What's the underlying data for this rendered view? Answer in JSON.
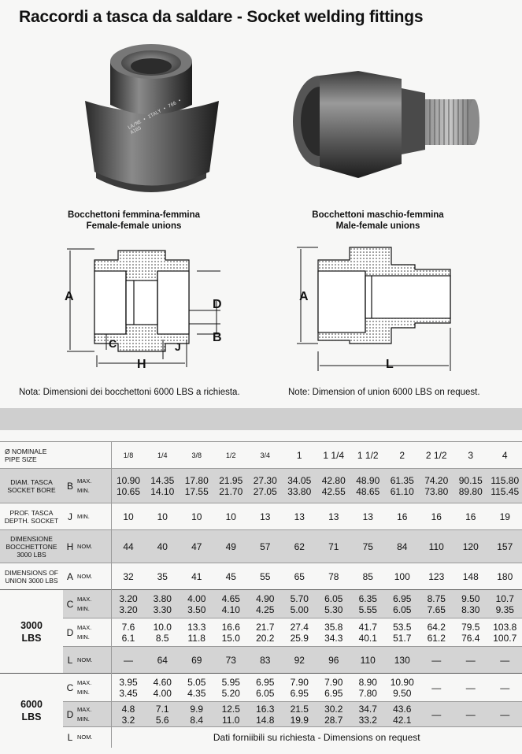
{
  "title": "Raccordi a tasca da saldare - Socket welding fittings",
  "photo_left_marking": "LA/NE • ITALY • 766 • A105",
  "captions": {
    "left_it": "Bocchettoni femmina-femmina",
    "left_en": "Female-female unions",
    "right_it": "Bocchettoni maschio-femmina",
    "right_en": "Male-female unions"
  },
  "diagram_labels": {
    "a": "A",
    "b": "B",
    "c": "C",
    "d": "D",
    "h": "H",
    "j": "J",
    "l": "L"
  },
  "notes": {
    "it": "Nota:  Dimensioni dei bocchettoni 6000 LBS a richiesta.",
    "en": "Note:  Dimension of union 6000 LBS on request."
  },
  "table": {
    "size_label": [
      "Ø NOMINALE",
      "PIPE SIZE"
    ],
    "sizes": [
      "1/8",
      "1/4",
      "3/8",
      "1/2",
      "3/4",
      "1",
      "1 1/4",
      "1 1/2",
      "2",
      "2 1/2",
      "3",
      "4"
    ],
    "rows": [
      {
        "label": [
          "DIAM. TASCA",
          "SOCKET BORE"
        ],
        "sym": "B",
        "kinds": [
          "MAX.",
          "MIN."
        ],
        "shade": true,
        "values": [
          [
            "10.90",
            "10.65"
          ],
          [
            "14.35",
            "14.10"
          ],
          [
            "17.80",
            "17.55"
          ],
          [
            "21.95",
            "21.70"
          ],
          [
            "27.30",
            "27.05"
          ],
          [
            "34.05",
            "33.80"
          ],
          [
            "42.80",
            "42.55"
          ],
          [
            "48.90",
            "48.65"
          ],
          [
            "61.35",
            "61.10"
          ],
          [
            "74.20",
            "73.80"
          ],
          [
            "90.15",
            "89.80"
          ],
          [
            "115.80",
            "115.45"
          ]
        ]
      },
      {
        "label": [
          "PROF. TASCA",
          "DEPTH. SOCKET"
        ],
        "sym": "J",
        "kinds": [
          "MIN."
        ],
        "shade": false,
        "values": [
          [
            "10"
          ],
          [
            "10"
          ],
          [
            "10"
          ],
          [
            "10"
          ],
          [
            "13"
          ],
          [
            "13"
          ],
          [
            "13"
          ],
          [
            "13"
          ],
          [
            "16"
          ],
          [
            "16"
          ],
          [
            "16"
          ],
          [
            "19"
          ]
        ]
      },
      {
        "label": [
          "DIMENSIONE",
          "BOCCHETTONE",
          "3000 LBS"
        ],
        "sym": "H",
        "kinds": [
          "NOM."
        ],
        "shade": true,
        "values": [
          [
            "44"
          ],
          [
            "40"
          ],
          [
            "47"
          ],
          [
            "49"
          ],
          [
            "57"
          ],
          [
            "62"
          ],
          [
            "71"
          ],
          [
            "75"
          ],
          [
            "84"
          ],
          [
            "110"
          ],
          [
            "120"
          ],
          [
            "157"
          ]
        ]
      },
      {
        "label": [
          "DIMENSIONS OF",
          "UNION 3000 LBS"
        ],
        "sym": "A",
        "kinds": [
          "NOM."
        ],
        "shade": false,
        "values": [
          [
            "32"
          ],
          [
            "35"
          ],
          [
            "41"
          ],
          [
            "45"
          ],
          [
            "55"
          ],
          [
            "65"
          ],
          [
            "78"
          ],
          [
            "85"
          ],
          [
            "100"
          ],
          [
            "123"
          ],
          [
            "148"
          ],
          [
            "180"
          ]
        ]
      }
    ],
    "groups": [
      {
        "name": [
          "3000",
          "LBS"
        ],
        "rows": [
          {
            "sym": "C",
            "kinds": [
              "MAX.",
              "MIN."
            ],
            "shade": true,
            "values": [
              [
                "3.20",
                "3.20"
              ],
              [
                "3.80",
                "3.30"
              ],
              [
                "4.00",
                "3.50"
              ],
              [
                "4.65",
                "4.10"
              ],
              [
                "4.90",
                "4.25"
              ],
              [
                "5.70",
                "5.00"
              ],
              [
                "6.05",
                "5.30"
              ],
              [
                "6.35",
                "5.55"
              ],
              [
                "6.95",
                "6.05"
              ],
              [
                "8.75",
                "7.65"
              ],
              [
                "9.50",
                "8.30"
              ],
              [
                "10.7",
                "9.35"
              ]
            ]
          },
          {
            "sym": "D",
            "kinds": [
              "MAX.",
              "MIN."
            ],
            "shade": false,
            "values": [
              [
                "7.6",
                "6.1"
              ],
              [
                "10.0",
                "8.5"
              ],
              [
                "13.3",
                "11.8"
              ],
              [
                "16.6",
                "15.0"
              ],
              [
                "21.7",
                "20.2"
              ],
              [
                "27.4",
                "25.9"
              ],
              [
                "35.8",
                "34.3"
              ],
              [
                "41.7",
                "40.1"
              ],
              [
                "53.5",
                "51.7"
              ],
              [
                "64.2",
                "61.2"
              ],
              [
                "79.5",
                "76.4"
              ],
              [
                "103.8",
                "100.7"
              ]
            ]
          },
          {
            "sym": "L",
            "kinds": [
              "NOM."
            ],
            "shade": true,
            "values": [
              [
                "—"
              ],
              [
                "64"
              ],
              [
                "69"
              ],
              [
                "73"
              ],
              [
                "83"
              ],
              [
                "92"
              ],
              [
                "96"
              ],
              [
                "110"
              ],
              [
                "130"
              ],
              [
                "—"
              ],
              [
                "—"
              ],
              [
                "—"
              ]
            ]
          }
        ]
      },
      {
        "name": [
          "6000",
          "LBS"
        ],
        "rows": [
          {
            "sym": "C",
            "kinds": [
              "MAX.",
              "MIN."
            ],
            "shade": false,
            "values": [
              [
                "3.95",
                "3.45"
              ],
              [
                "4.60",
                "4.00"
              ],
              [
                "5.05",
                "4.35"
              ],
              [
                "5.95",
                "5.20"
              ],
              [
                "6.95",
                "6.05"
              ],
              [
                "7.90",
                "6.95"
              ],
              [
                "7.90",
                "6.95"
              ],
              [
                "8.90",
                "7.80"
              ],
              [
                "10.90",
                "9.50"
              ],
              [
                "—",
                ""
              ],
              [
                "—",
                ""
              ],
              [
                "—",
                ""
              ]
            ]
          },
          {
            "sym": "D",
            "kinds": [
              "MAX.",
              "MIN."
            ],
            "shade": true,
            "values": [
              [
                "4.8",
                "3.2"
              ],
              [
                "7.1",
                "5.6"
              ],
              [
                "9.9",
                "8.4"
              ],
              [
                "12.5",
                "11.0"
              ],
              [
                "16.3",
                "14.8"
              ],
              [
                "21.5",
                "19.9"
              ],
              [
                "30.2",
                "28.7"
              ],
              [
                "34.7",
                "33.2"
              ],
              [
                "43.6",
                "42.1"
              ],
              [
                "—",
                ""
              ],
              [
                "—",
                ""
              ],
              [
                "—",
                ""
              ]
            ]
          },
          {
            "sym": "L",
            "kinds": [
              "NOM."
            ],
            "shade": false,
            "note": "Dati forniibili su richiesta - Dimensions on request"
          }
        ]
      }
    ]
  }
}
